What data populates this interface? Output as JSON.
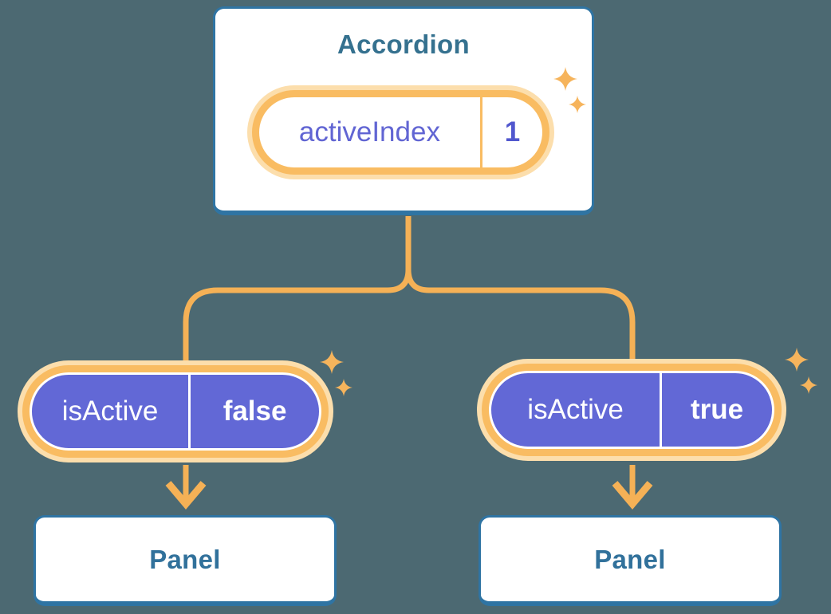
{
  "palette": {
    "background": "#4C6972",
    "card_bg": "#FFFFFF",
    "card_border": "#2F74A3",
    "heading_text": "#35718F",
    "panel_text": "#31719B",
    "connector": "#F5B156",
    "pill_ring": "#F9BC62",
    "pill_glow": "#FCDEAC",
    "pill_fill": "#6268D6",
    "pill_text_light": "#FFFFFF",
    "state_name_text": "#6165D3",
    "state_value_text": "#5157CE",
    "sparkle": "#F6B45C"
  },
  "diagram": {
    "root": {
      "title": "Accordion",
      "state": {
        "name": "activeIndex",
        "value": "1"
      }
    },
    "children": [
      {
        "prop": {
          "name": "isActive",
          "value": "false"
        },
        "panel": {
          "title": "Panel"
        }
      },
      {
        "prop": {
          "name": "isActive",
          "value": "true"
        },
        "panel": {
          "title": "Panel"
        }
      }
    ]
  }
}
